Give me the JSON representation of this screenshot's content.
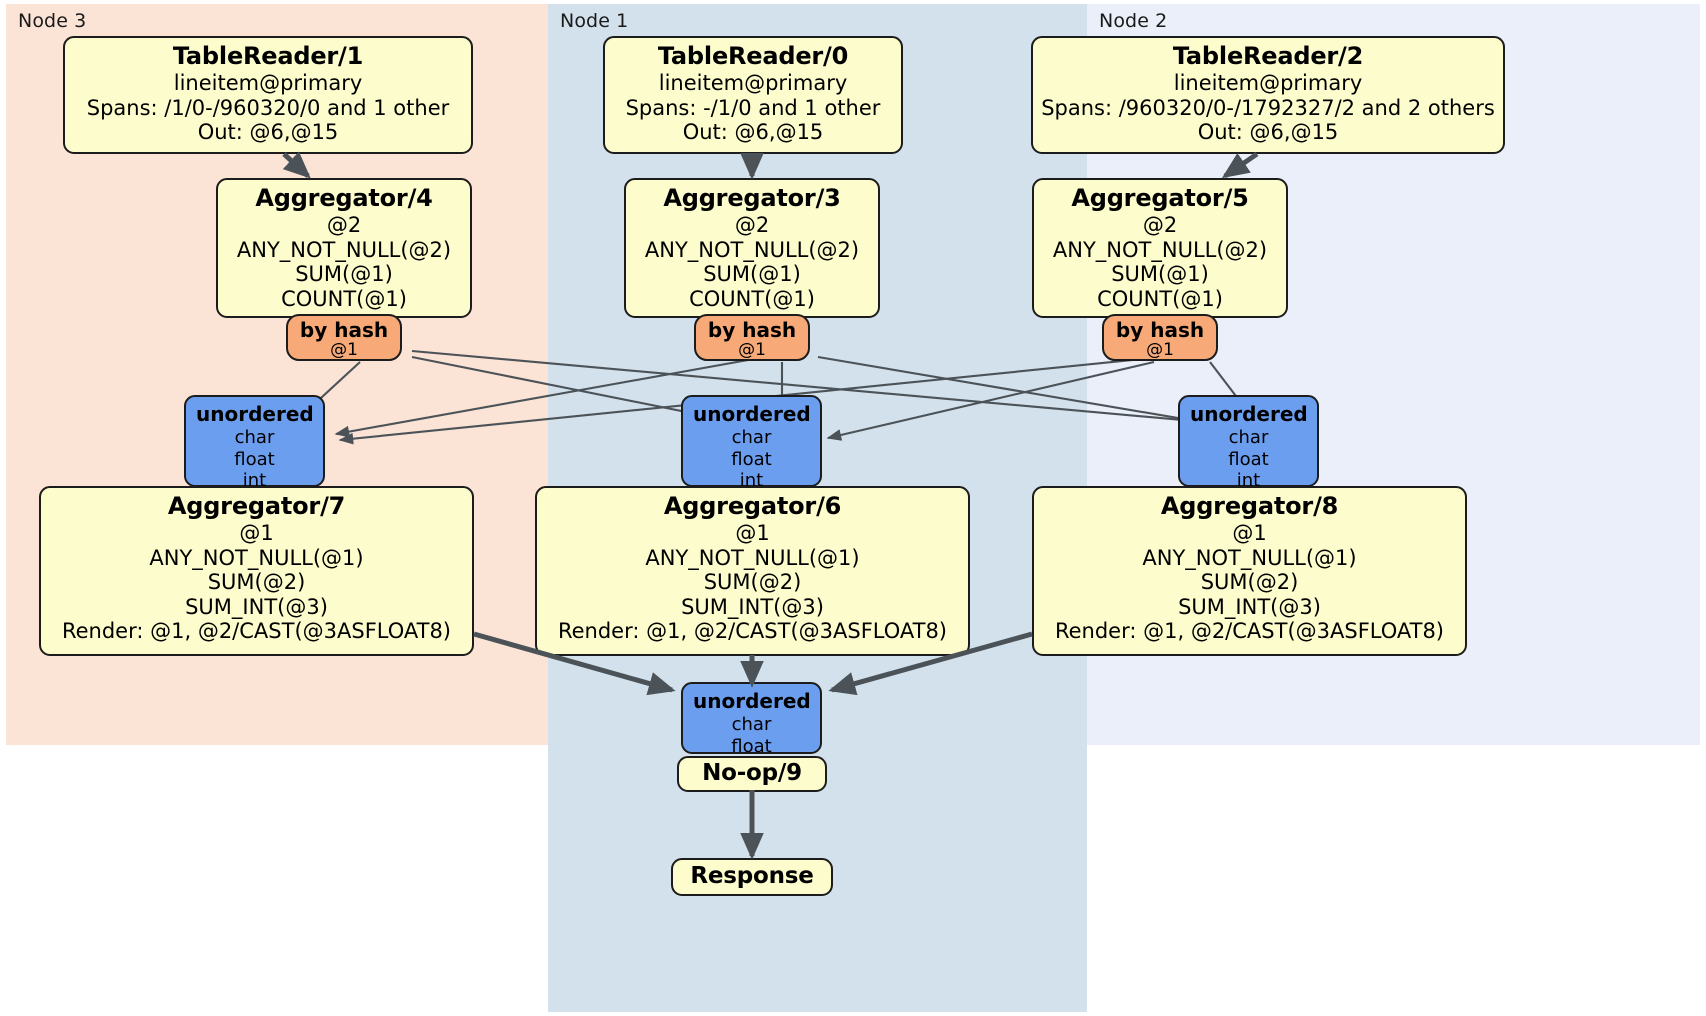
{
  "title": "DistSQL distributed query plan",
  "nodes": [
    {
      "id": "node3",
      "label": "Node 3",
      "color": "#fbe3d5"
    },
    {
      "id": "node1",
      "label": "Node 1",
      "color": "#d3e1ec"
    },
    {
      "id": "node2",
      "label": "Node 2",
      "color": "#eaeff9"
    }
  ],
  "colors": {
    "processor_fill": "#fcfccd",
    "router_fill": "#f7aa78",
    "sync_fill": "#6c9ef0",
    "border": "#1c1c1c",
    "edge": "#4b5358",
    "node3_bg": "#fbe3d5",
    "node1_bg": "#d3e1ec",
    "node2_bg": "#eaeff9"
  },
  "table_readers": [
    {
      "title": "TableReader/1",
      "table": "lineitem@primary",
      "spans": "Spans: /1/0-/960320/0 and 1 other",
      "out": "Out: @6,@15"
    },
    {
      "title": "TableReader/0",
      "table": "lineitem@primary",
      "spans": "Spans: -/1/0 and 1 other",
      "out": "Out: @6,@15"
    },
    {
      "title": "TableReader/2",
      "table": "lineitem@primary",
      "spans": "Spans: /960320/0-/1792327/2 and 2 others",
      "out": "Out: @6,@15"
    }
  ],
  "local_aggregators": [
    {
      "title": "Aggregator/4",
      "group": "@2",
      "agg1": "ANY_NOT_NULL(@2)",
      "agg2": "SUM(@1)",
      "agg3": "COUNT(@1)"
    },
    {
      "title": "Aggregator/3",
      "group": "@2",
      "agg1": "ANY_NOT_NULL(@2)",
      "agg2": "SUM(@1)",
      "agg3": "COUNT(@1)"
    },
    {
      "title": "Aggregator/5",
      "group": "@2",
      "agg1": "ANY_NOT_NULL(@2)",
      "agg2": "SUM(@1)",
      "agg3": "COUNT(@1)"
    }
  ],
  "routers": [
    {
      "title": "by hash",
      "key": "@1"
    },
    {
      "title": "by hash",
      "key": "@1"
    },
    {
      "title": "by hash",
      "key": "@1"
    }
  ],
  "mid_synchronizers": [
    {
      "title": "unordered",
      "types": [
        "char",
        "float",
        "int"
      ]
    },
    {
      "title": "unordered",
      "types": [
        "char",
        "float",
        "int"
      ]
    },
    {
      "title": "unordered",
      "types": [
        "char",
        "float",
        "int"
      ]
    }
  ],
  "final_aggregators": [
    {
      "title": "Aggregator/7",
      "group": "@1",
      "agg1": "ANY_NOT_NULL(@1)",
      "agg2": "SUM(@2)",
      "agg3": "SUM_INT(@3)",
      "render": "Render: @1, @2/CAST(@3ASFLOAT8)"
    },
    {
      "title": "Aggregator/6",
      "group": "@1",
      "agg1": "ANY_NOT_NULL(@1)",
      "agg2": "SUM(@2)",
      "agg3": "SUM_INT(@3)",
      "render": "Render: @1, @2/CAST(@3ASFLOAT8)"
    },
    {
      "title": "Aggregator/8",
      "group": "@1",
      "agg1": "ANY_NOT_NULL(@1)",
      "agg2": "SUM(@2)",
      "agg3": "SUM_INT(@3)",
      "render": "Render: @1, @2/CAST(@3ASFLOAT8)"
    }
  ],
  "final_synchronizer": {
    "title": "unordered",
    "types": [
      "char",
      "float"
    ]
  },
  "noop": {
    "title": "No-op/9"
  },
  "response": {
    "title": "Response"
  }
}
